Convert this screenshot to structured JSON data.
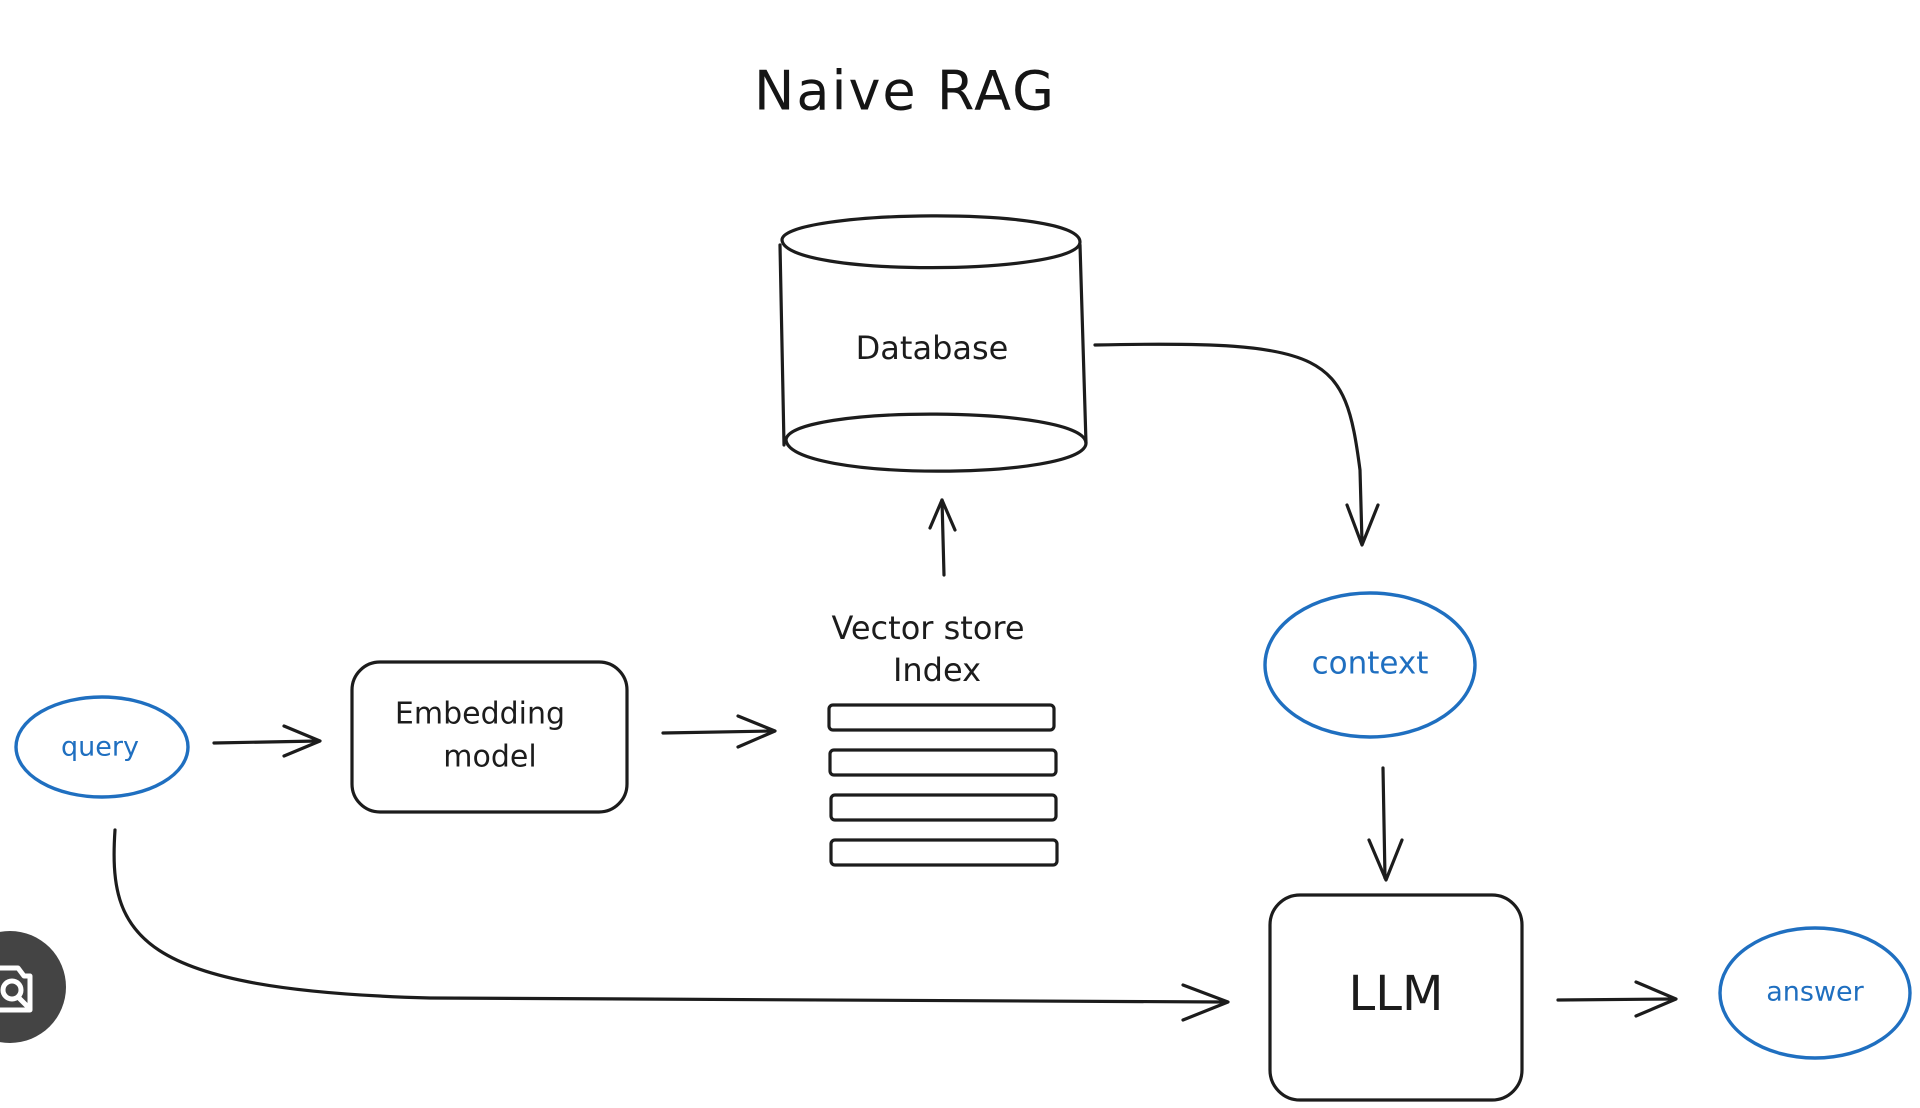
{
  "diagram": {
    "title": "Naive RAG",
    "nodes": {
      "database": "Database",
      "vector_store_line1": "Vector store",
      "vector_store_line2": "Index",
      "embedding_line1": "Embedding",
      "embedding_line2": "model",
      "query": "query",
      "context": "context",
      "llm": "LLM",
      "answer": "answer"
    },
    "colors": {
      "stroke": "#1c1c1c",
      "accent": "#1f6fc0",
      "overlay_button": "#444444"
    },
    "overlay_icon": "visual-search-lens-icon"
  }
}
